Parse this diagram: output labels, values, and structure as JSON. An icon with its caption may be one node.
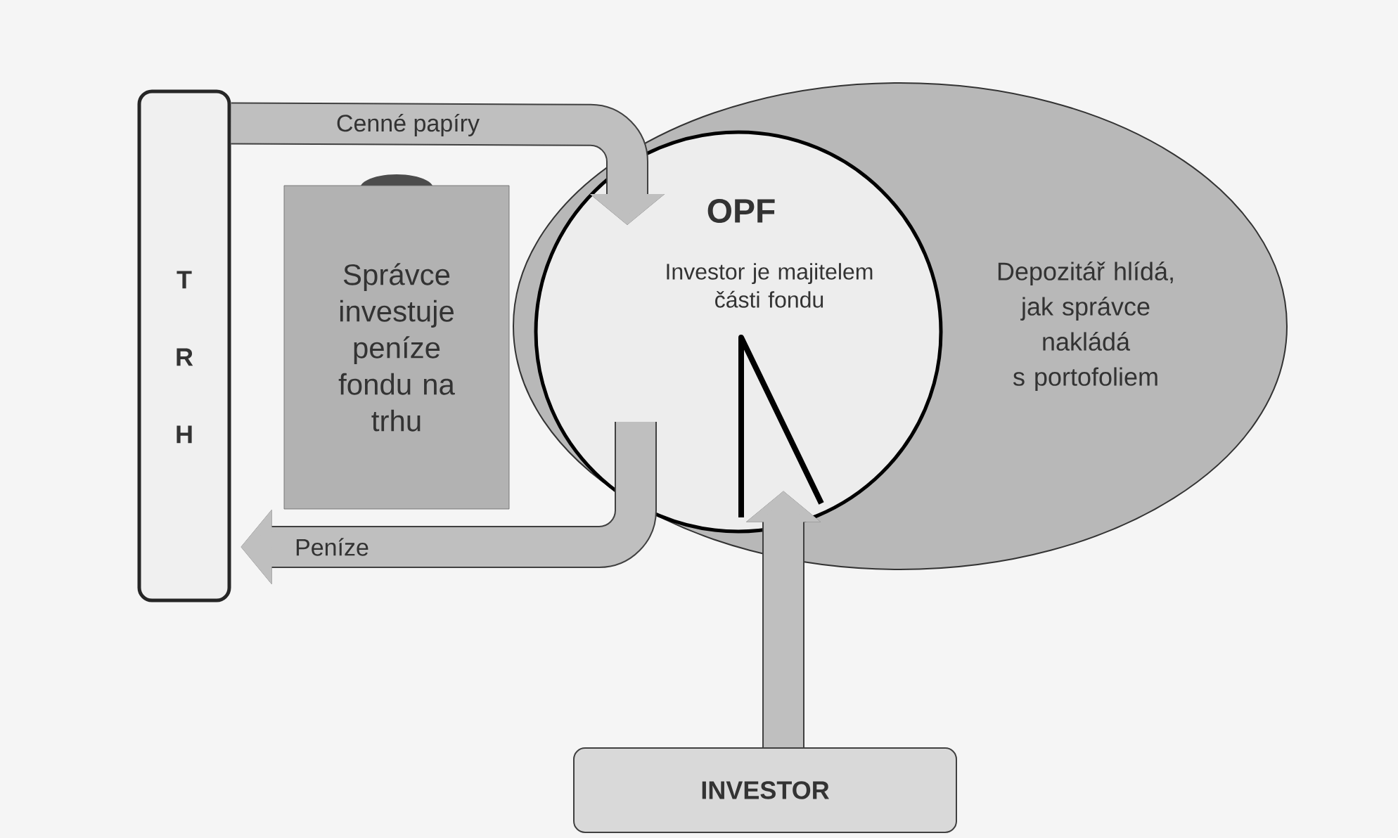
{
  "diagram": {
    "nodes": [
      {
        "text": [
          "T R H"
        ]
      },
      {
        "text": [
          "Správce investuje peníze fondu na trhu"
        ]
      },
      {
        "text": [
          "Depozitář hlídá, jak správce nakládá s portofoliem"
        ]
      },
      {
        "text": [
          "OPF",
          "Investor je majitelem části fondu"
        ],
        "in": 2
      },
      {
        "text": [
          "INVESTOR"
        ]
      }
    ],
    "edges": [
      {
        "from": 0,
        "to": 3,
        "arrow": "to",
        "label": "Cenné papíry"
      },
      {
        "from": 3,
        "to": 0,
        "arrow": "to",
        "label": "Peníze"
      },
      {
        "from": 4,
        "to": 3,
        "arrow": "to"
      }
    ]
  }
}
